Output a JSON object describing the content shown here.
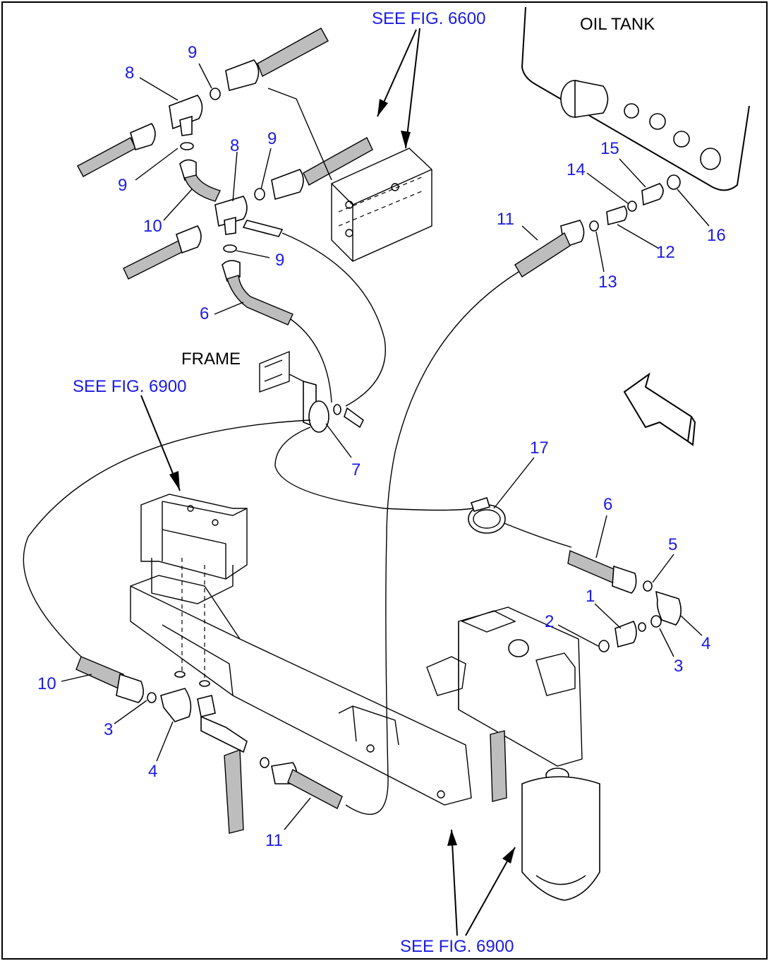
{
  "captions": {
    "oil_tank": "OIL TANK",
    "frame": "FRAME",
    "see_fig_6600": "SEE FIG. 6600",
    "see_fig_6900_left": "SEE FIG. 6900",
    "see_fig_6900_bottom": "SEE FIG. 6900"
  },
  "callouts": {
    "c1": "1",
    "c2": "2",
    "c3a": "3",
    "c3b": "3",
    "c4a": "4",
    "c4b": "4",
    "c5": "5",
    "c6a": "6",
    "c6b": "6",
    "c7": "7",
    "c8a": "8",
    "c8b": "8",
    "c9a": "9",
    "c9b": "9",
    "c9c": "9",
    "c9d": "9",
    "c10a": "10",
    "c10b": "10",
    "c11a": "11",
    "c11b": "11",
    "c12": "12",
    "c13": "13",
    "c14": "14",
    "c15": "15",
    "c16": "16",
    "c17": "17"
  },
  "colors": {
    "callout": "#1a1ae6",
    "caption": "#000000",
    "line": "#000000"
  }
}
